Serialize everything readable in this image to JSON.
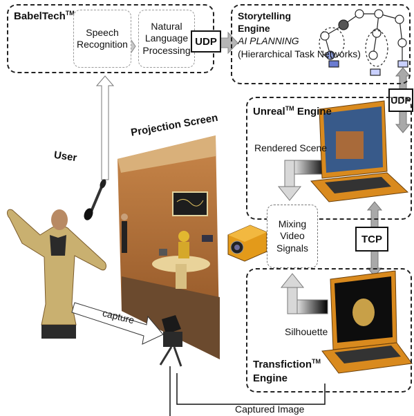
{
  "babeltech": {
    "title": "BabelTech",
    "tm": "TM",
    "speech_recognition": "Speech Recognition",
    "nlp": "Natural Language Processing"
  },
  "udp_top": "UDP",
  "storytelling": {
    "title_line1": "Storytelling",
    "title_line2": "Engine",
    "ai_planning": "AI PLANNING",
    "htn": "(Hierarchical Task Networks)"
  },
  "udp_right": "UDP",
  "unreal": {
    "title": "Unreal",
    "tm": "TM",
    "suffix": " Engine",
    "rendered_scene": "Rendered Scene"
  },
  "projection_screen": "Projection Screen",
  "user": "User",
  "mixing": "Mixing Video Signals",
  "tcp": "TCP",
  "transfiction": {
    "title": "Transfiction",
    "tm": "TM",
    "line2": "Engine",
    "silhouette": "Silhouette"
  },
  "capture": "capture",
  "captured_image": "Captured Image",
  "colors": {
    "arrow_gray": "#b5b5b5",
    "laptop_orange": "#d98a1e",
    "wood": "#b8733a"
  }
}
